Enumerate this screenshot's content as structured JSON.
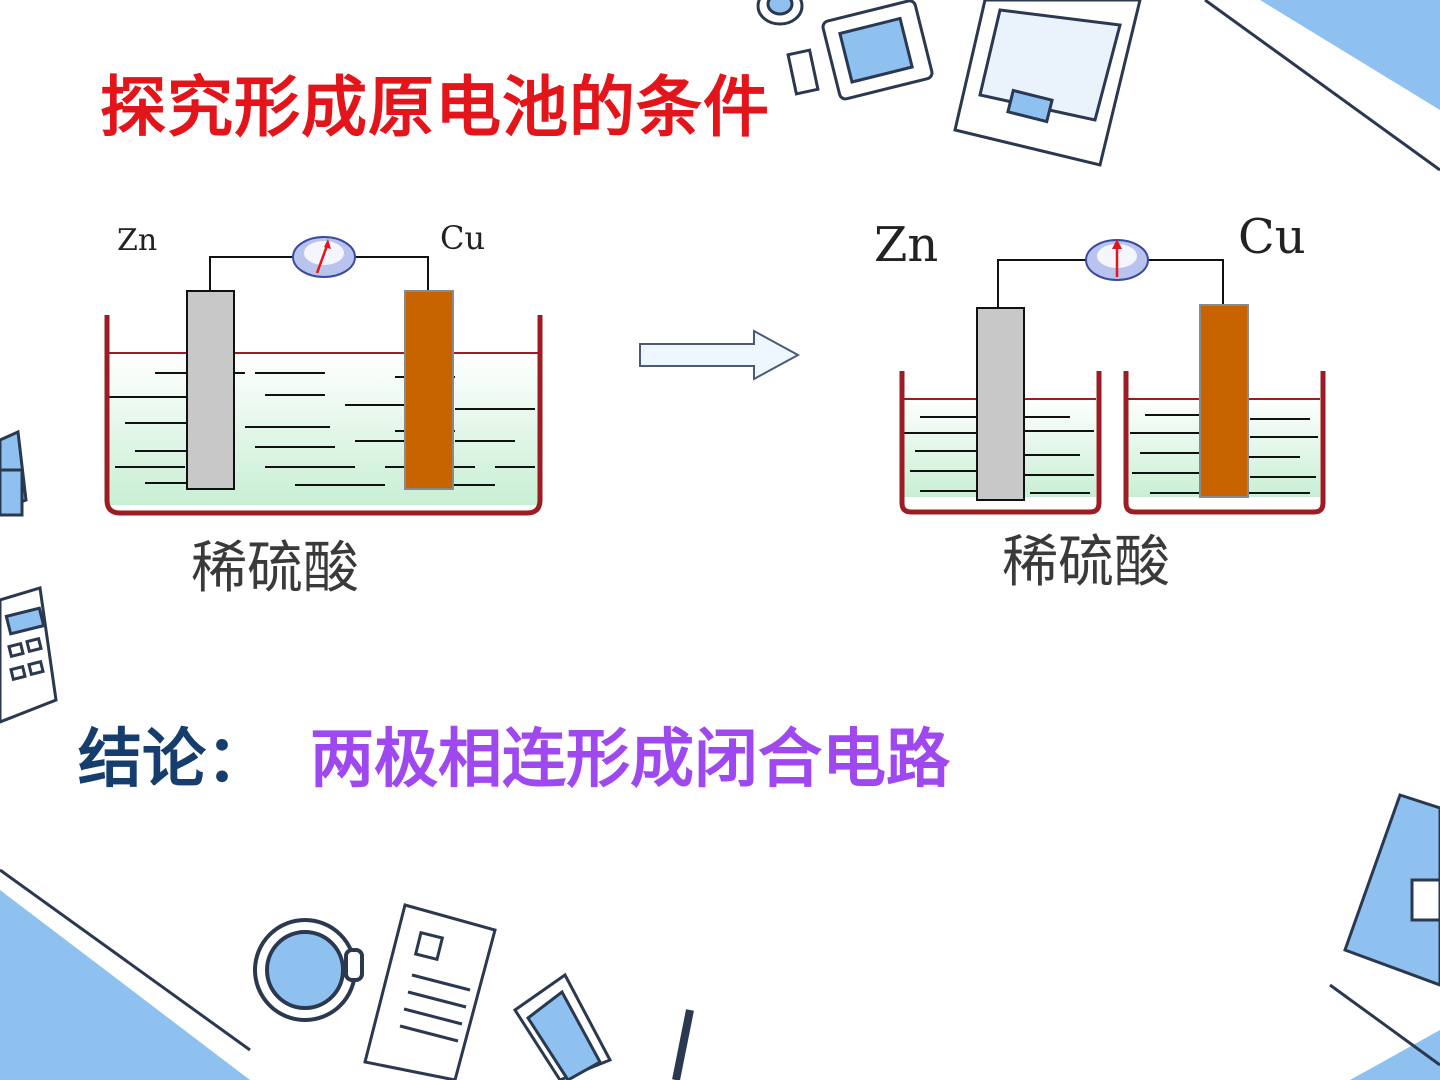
{
  "slide": {
    "title": "探究形成原电池的条件",
    "conclusion_label": "结论：",
    "conclusion_text": "两极相连形成闭合电路"
  },
  "left_cell": {
    "anode_label": "Zn",
    "cathode_label": "Cu",
    "electrolyte_label": "稀硫酸"
  },
  "right_cell": {
    "anode_label": "Zn",
    "cathode_label": "Cu",
    "electrolyte_label": "稀硫酸"
  },
  "colors": {
    "title": "#e4141b",
    "conclusion_label": "#153d6e",
    "conclusion_text": "#a048f0",
    "zinc": "#c8c8c8",
    "copper": "#c86400",
    "beaker": "#9b1c22",
    "decor_blue": "#8ec0f0"
  }
}
